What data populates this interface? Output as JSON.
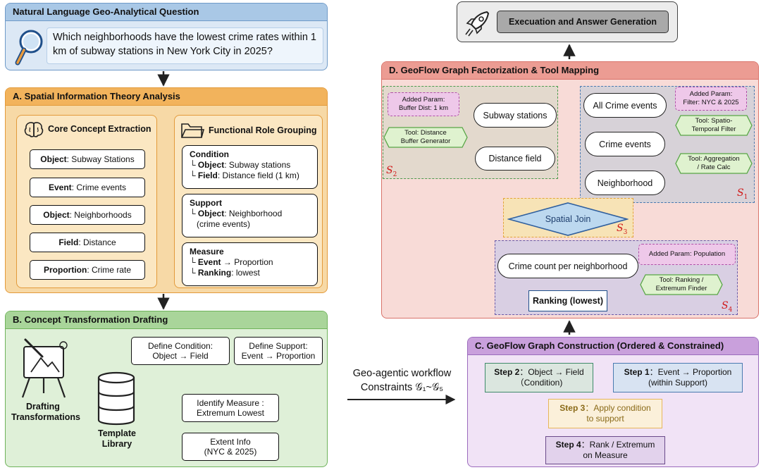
{
  "question": {
    "title": "Natural Language Geo-Analytical Question",
    "text": "Which neighborhoods have the lowest crime rates within 1 km of subway stations in New York City in 2025?"
  },
  "panel_a": {
    "title": "A. Spatial Information Theory Analysis",
    "core_title": "Core Concept Extraction",
    "core_items": [
      {
        "key": "Object",
        "val": ": Subway Stations"
      },
      {
        "key": "Event",
        "val": ": Crime events"
      },
      {
        "key": "Object",
        "val": ": Neighborhoods"
      },
      {
        "key": "Field",
        "val": ": Distance"
      },
      {
        "key": "Proportion",
        "val": ": Crime rate"
      }
    ],
    "role_title": "Functional Role Grouping",
    "condition": {
      "title": "Condition",
      "k1": "Object",
      "v1": ": Subway stations",
      "k2": "Field",
      "v2": ": Distance field (1 km)"
    },
    "support": {
      "title": "Support",
      "k1": "Object",
      "v1": ": Neighborhood",
      "v1b": "(crime events)"
    },
    "measure": {
      "title": "Measure",
      "k1": "Event",
      "v1": " → Proportion",
      "k2": "Ranking",
      "v2": ": lowest"
    }
  },
  "panel_b": {
    "title": "B. Concept Transformation Drafting",
    "drafting_label": "Drafting Transformations",
    "library_label": "Template Library",
    "boxes": [
      {
        "l1": "Define Condition:",
        "l2": "Object → Field"
      },
      {
        "l1": "Define Support:",
        "l2": "Event → Proportion"
      },
      {
        "l1": "Identify Measure :",
        "l2": "Extremum Lowest"
      },
      {
        "l1": "Extent Info",
        "l2": "(NYC & 2025)"
      }
    ]
  },
  "workflow": {
    "line1": "Geo-agentic workflow",
    "line2": "Constraints 𝒢₁~𝒢₅"
  },
  "panel_c": {
    "title": "C. GeoFlow Graph Construction (Ordered & Constrained)",
    "steps": [
      {
        "num": "Step 2",
        "l1": "：Object → Field",
        "l2": "（Condition)"
      },
      {
        "num": "Step 1",
        "l1": "：Event → Proportion",
        "l2": "(within Support)"
      },
      {
        "num": "Step 3",
        "l1": "：Apply condition",
        "l2": "to support"
      },
      {
        "num": "Step 4",
        "l1": "：Rank / Extremum",
        "l2": "on Measure"
      }
    ]
  },
  "panel_d": {
    "title": "D. GeoFlow Graph Factorization & Tool Mapping",
    "s2": {
      "param_l1": "Added Param:",
      "param_l2": "Buffer Dist: 1 km",
      "tool_l1": "Tool: Distance",
      "tool_l2": "Buffer Generator",
      "node1": "Subway stations",
      "node2": "Distance field",
      "label": "S",
      "sub": "2"
    },
    "s1": {
      "node1": "All Crime events",
      "node2": "Crime events",
      "node3": "Neighborhood",
      "param_l1": "Added Param:",
      "param_l2": "Filter: NYC & 2025",
      "tool1_l1": "Tool: Spatio-",
      "tool1_l2": "Temporal Filter",
      "tool2_l1": "Tool: Aggregation",
      "tool2_l2": "/ Rate Calc",
      "label": "S",
      "sub": "1"
    },
    "s3": {
      "node": "Spatial Join",
      "label": "S",
      "sub": "3"
    },
    "s4": {
      "node1": "Crime count per neighborhood",
      "node2": "Ranking (lowest)",
      "param": "Added Param: Population",
      "tool_l1": "Tool: Ranking /",
      "tool_l2": "Extremum Finder",
      "label": "S",
      "sub": "4"
    }
  },
  "execution": {
    "label": "Execuation and Answer Generation"
  },
  "icons": [
    "magnifier-icon",
    "brain-icon",
    "folder-icon",
    "easel-icon",
    "database-icon",
    "rocket-icon"
  ],
  "colors": {
    "blue_panel": "#dce8f5",
    "blue_head": "#a9c8e6",
    "orange_panel": "#f7d9a6",
    "orange_head": "#f2b35c",
    "green_panel": "#dff0d8",
    "green_head": "#a9d59a",
    "purple_panel": "#f1e3f6",
    "purple_head": "#c9a0dc",
    "red_panel": "#f8dbd7",
    "red_head": "#ec9c93",
    "hex_fill": "#dff2cf",
    "hex_stroke": "#58a646",
    "pink_fill": "#eec8e9",
    "subscript_red": "#d01818"
  }
}
